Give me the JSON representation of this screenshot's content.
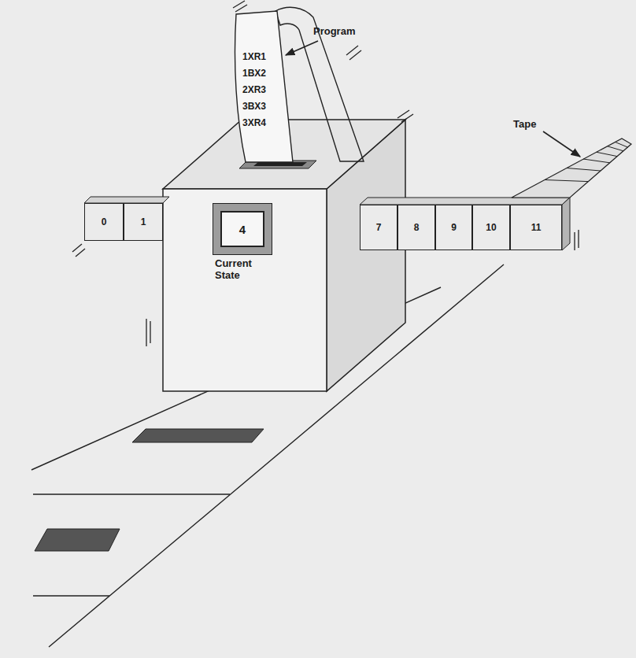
{
  "diagram": {
    "nodes": [
      {
        "text": [
          "1XR1 1BX2 2XR3 3BX3 3XR4"
        ]
      },
      {
        "text": [
          "0"
        ]
      },
      {
        "text": [
          "1"
        ]
      },
      {
        "text": [
          "4",
          "Current State"
        ]
      },
      {
        "text": [
          "7"
        ]
      },
      {
        "text": [
          "8"
        ]
      },
      {
        "text": [
          "9"
        ]
      },
      {
        "text": [
          "10"
        ]
      },
      {
        "text": [
          "11"
        ]
      }
    ],
    "labels": [
      "Program",
      "Tape"
    ]
  }
}
